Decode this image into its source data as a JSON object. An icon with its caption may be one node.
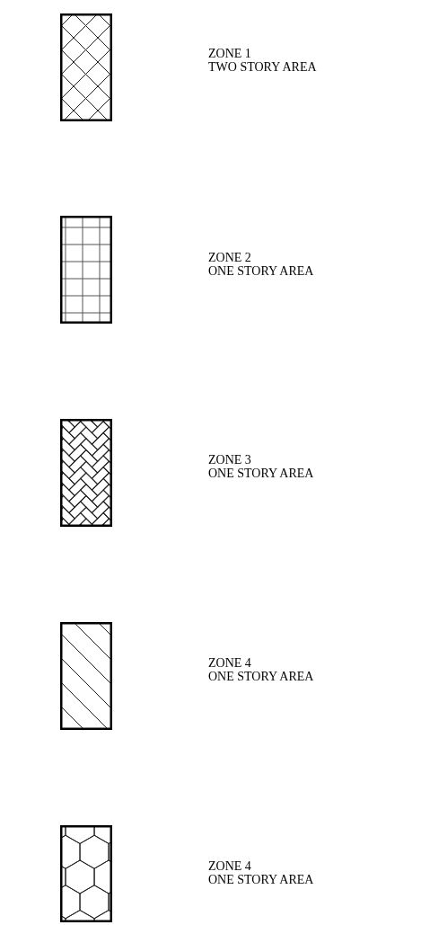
{
  "diagram": {
    "legend": [
      {
        "text": "ZONE 1 TWO STORY AREA"
      },
      {
        "text": "ZONE 2 ONE STORY AREA"
      },
      {
        "text": "ZONE 3 ONE STORY AREA"
      },
      {
        "text": "ZONE 4 ONE STORY AREA"
      },
      {
        "text": "ZONE 4 ONE STORY AREA"
      }
    ]
  }
}
